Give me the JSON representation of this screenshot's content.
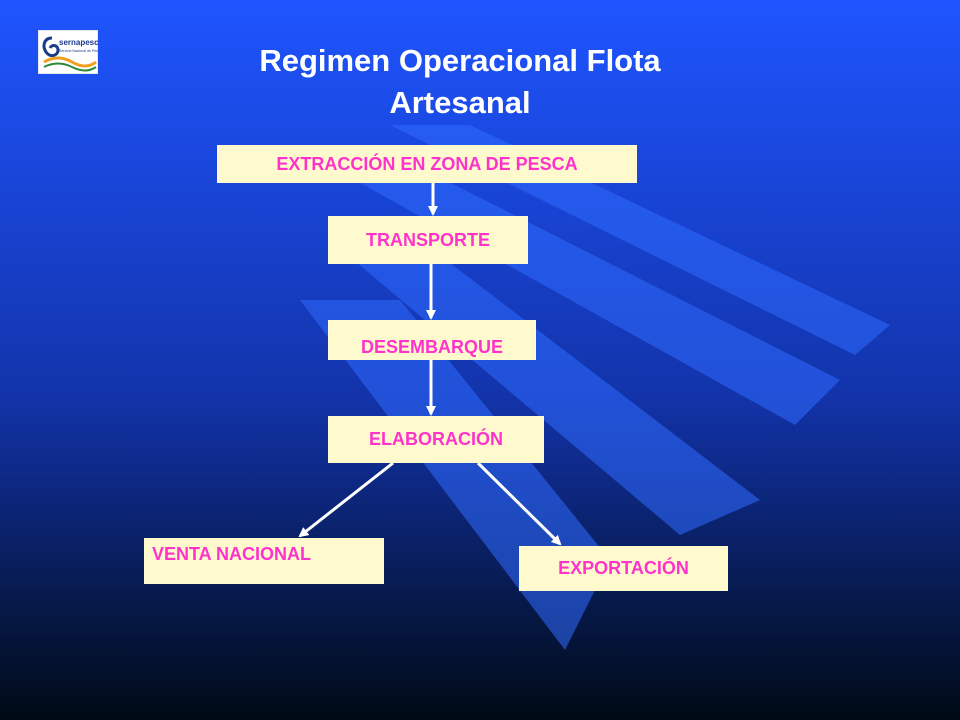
{
  "logo": {
    "brand": "sernapesca",
    "subtext": "Servicio Nacional de Pesca"
  },
  "title": {
    "line1": "Regimen Operacional Flota",
    "line2": "Artesanal"
  },
  "boxes": {
    "extraccion": "EXTRACCIÓN EN ZONA DE PESCA",
    "transporte": "TRANSPORTE",
    "desembarque": "DESEMBARQUE",
    "elaboracion": "ELABORACIÓN",
    "venta": "VENTA NACIONAL",
    "exportacion": "EXPORTACIÓN"
  },
  "colors": {
    "background_top": "#1f55ff",
    "background_bottom": "#000a14",
    "box_fill": "#fffacd",
    "box_text": "#ff33cc",
    "arrow": "#ffffff"
  }
}
